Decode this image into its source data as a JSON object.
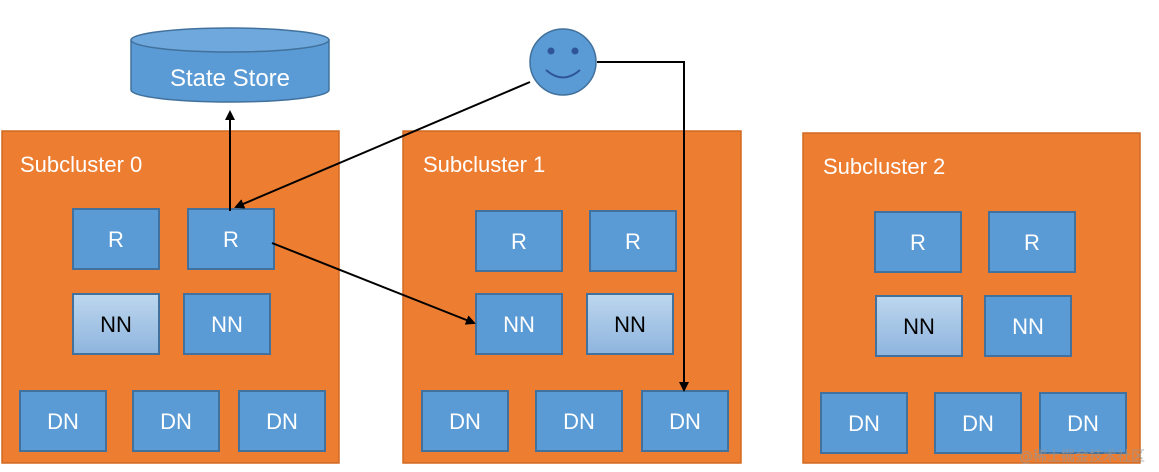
{
  "store": {
    "label": "State Store"
  },
  "subclusters": [
    {
      "title": "Subcluster 0",
      "routers": [
        "R",
        "R"
      ],
      "namenodes": [
        {
          "label": "NN",
          "state": "standby"
        },
        {
          "label": "NN",
          "state": "active"
        }
      ],
      "datanodes": [
        "DN",
        "DN",
        "DN"
      ]
    },
    {
      "title": "Subcluster 1",
      "routers": [
        "R",
        "R"
      ],
      "namenodes": [
        {
          "label": "NN",
          "state": "active"
        },
        {
          "label": "NN",
          "state": "standby"
        }
      ],
      "datanodes": [
        "DN",
        "DN",
        "DN"
      ]
    },
    {
      "title": "Subcluster 2",
      "routers": [
        "R",
        "R"
      ],
      "namenodes": [
        {
          "label": "NN",
          "state": "standby"
        },
        {
          "label": "NN",
          "state": "active"
        }
      ],
      "datanodes": [
        "DN",
        "DN",
        "DN"
      ]
    }
  ],
  "client": {
    "icon": "smiley-user-icon"
  },
  "watermark": "@稀土掘金技术社区",
  "colors": {
    "cluster_fill": "#ED7D31",
    "cluster_stroke": "#D06A22",
    "node_fill": "#5B9BD5",
    "node_stroke": "#41719C",
    "standby_fill": "#9DC3E6",
    "store_fill": "#5B9BD5",
    "arrow": "#000000",
    "text_light": "#ffffff",
    "text_dark": "#000000"
  }
}
